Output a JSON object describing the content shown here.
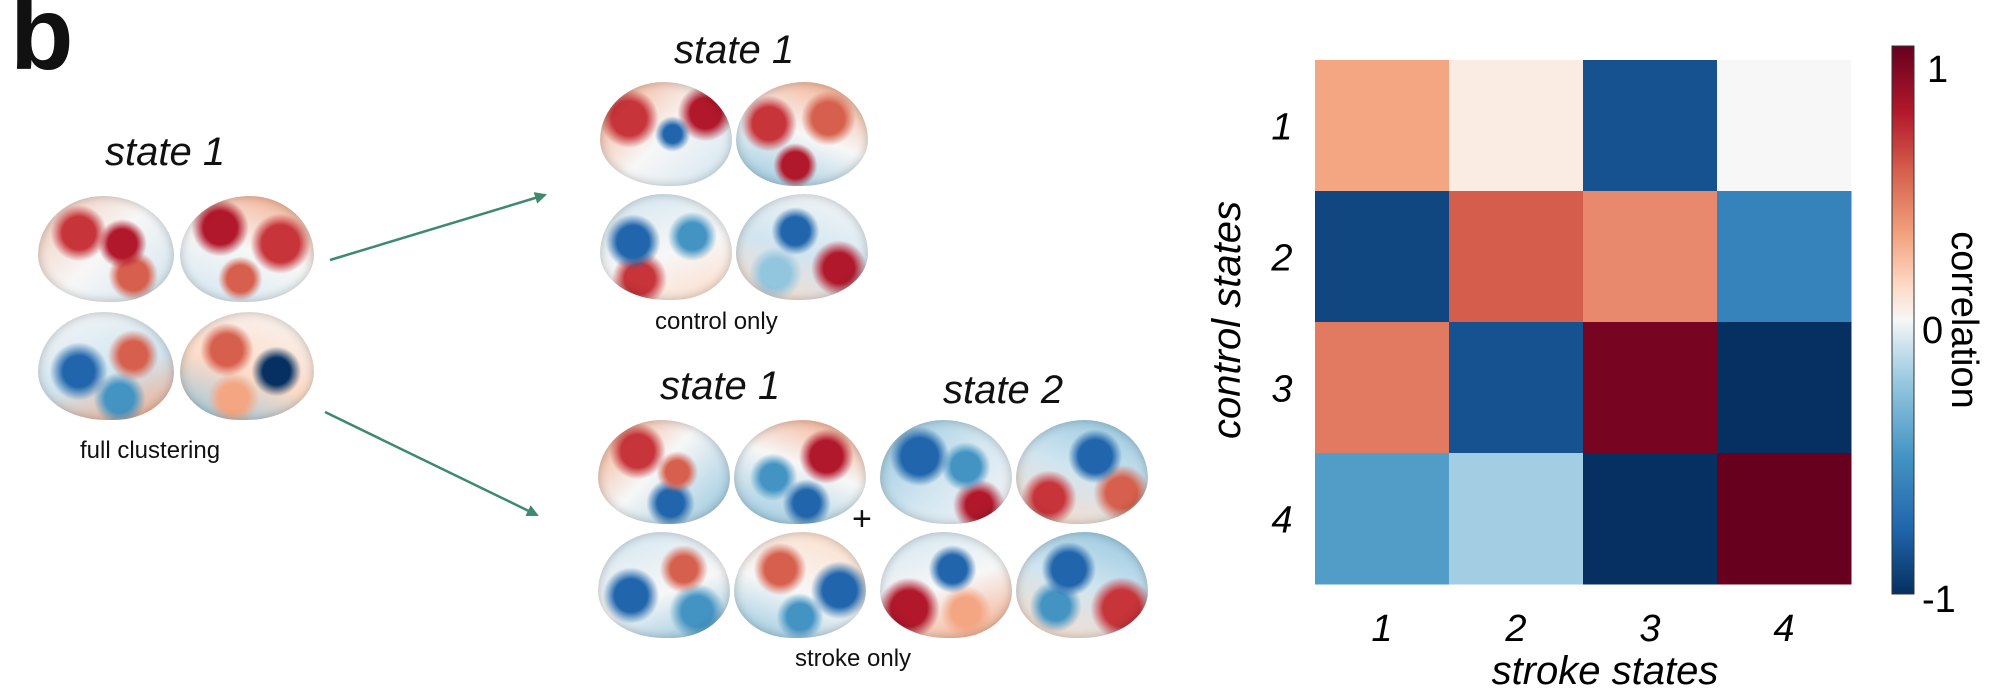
{
  "panel_label": "b",
  "brains": {
    "full": {
      "title": "state 1",
      "caption": "full clustering"
    },
    "control": {
      "title": "state 1",
      "caption": "control only"
    },
    "stroke": {
      "title_1": "state 1",
      "title_2": "state 2",
      "plus": "+",
      "caption": "stroke only"
    }
  },
  "colors": {
    "arrow": "#3d8a6e",
    "red": "#b2182b",
    "blue": "#2166ac",
    "white": "#f7f7f7"
  },
  "chart_data": {
    "type": "heatmap",
    "xlabel": "stroke states",
    "ylabel": "control states",
    "x_categories": [
      "1",
      "2",
      "3",
      "4"
    ],
    "y_categories": [
      "1",
      "2",
      "3",
      "4"
    ],
    "values": [
      [
        0.3,
        0.05,
        -0.85,
        0.0
      ],
      [
        -0.9,
        0.55,
        0.4,
        -0.6
      ],
      [
        0.45,
        -0.85,
        0.95,
        -1.0
      ],
      [
        -0.45,
        -0.2,
        -1.0,
        1.0
      ]
    ],
    "colorbar": {
      "label": "correlation",
      "ticks": [
        "1",
        "0",
        "-1"
      ],
      "range": [
        -1,
        1
      ]
    }
  }
}
